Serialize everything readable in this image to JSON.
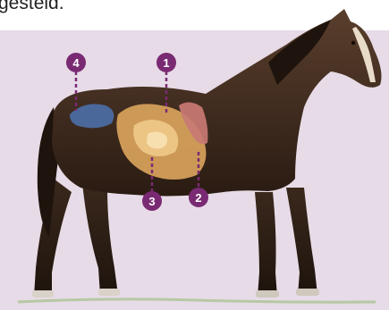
{
  "caption": {
    "text": "gesteld."
  },
  "markers": [
    {
      "id": "1",
      "label": "1"
    },
    {
      "id": "2",
      "label": "2"
    },
    {
      "id": "3",
      "label": "3"
    },
    {
      "id": "4",
      "label": "4"
    }
  ],
  "colors": {
    "background": "#e7dbe7",
    "marker": "#7a2a73",
    "horse_coat": "#4a3325",
    "horse_dark": "#2a1b12",
    "stomach": "#d9a35c",
    "caecum": "#4d6fa8",
    "liver": "#c97a73"
  }
}
